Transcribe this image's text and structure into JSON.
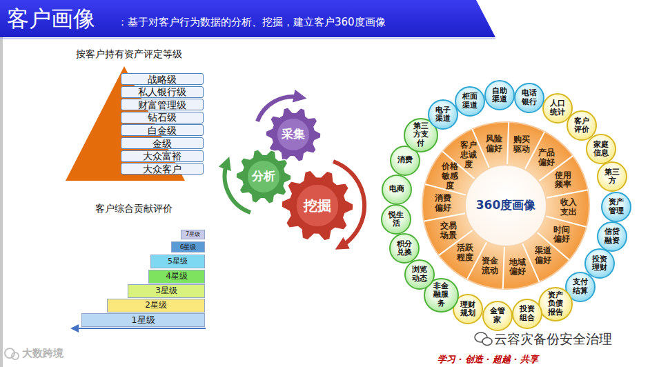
{
  "diagram": {
    "title": "客户画像",
    "nodes": [
      {
        "text": [
          "战略级"
        ]
      },
      {
        "text": [
          "私人银行级"
        ]
      },
      {
        "text": [
          "财富管理级"
        ]
      },
      {
        "text": [
          "钻石级"
        ]
      },
      {
        "text": [
          "白金级"
        ]
      },
      {
        "text": [
          "金级"
        ]
      },
      {
        "text": [
          "大众富裕"
        ]
      },
      {
        "text": [
          "大众客户"
        ]
      },
      {
        "text": [
          "7星级"
        ]
      },
      {
        "text": [
          "6星级"
        ]
      },
      {
        "text": [
          "5星级"
        ]
      },
      {
        "text": [
          "4星级"
        ]
      },
      {
        "text": [
          "3星级"
        ]
      },
      {
        "text": [
          "2星级"
        ]
      },
      {
        "text": [
          "1星级"
        ]
      },
      {
        "text": [
          "采集"
        ]
      },
      {
        "text": [
          "分析"
        ]
      },
      {
        "text": [
          "挖掘"
        ]
      },
      {
        "text": [
          "360度画像"
        ]
      },
      {
        "text": [
          "购买驱动"
        ]
      },
      {
        "text": [
          "产品偏好"
        ]
      },
      {
        "text": [
          "使用频率"
        ]
      },
      {
        "text": [
          "收入支出"
        ]
      },
      {
        "text": [
          "时间偏好"
        ]
      },
      {
        "text": [
          "渠道偏好"
        ]
      },
      {
        "text": [
          "地域偏好"
        ]
      },
      {
        "text": [
          "资金流动"
        ]
      },
      {
        "text": [
          "活跃程度"
        ]
      },
      {
        "text": [
          "交易场景"
        ]
      },
      {
        "text": [
          "消费偏好"
        ]
      },
      {
        "text": [
          "价格敏感度"
        ]
      },
      {
        "text": [
          "客户忠诚度"
        ]
      },
      {
        "text": [
          "风险偏好"
        ]
      },
      {
        "text": [
          "柜面渠道"
        ]
      },
      {
        "text": [
          "自助渠道"
        ]
      },
      {
        "text": [
          "电话银行"
        ]
      },
      {
        "text": [
          "人口统计"
        ]
      },
      {
        "text": [
          "客户评价"
        ]
      },
      {
        "text": [
          "家庭信息"
        ]
      },
      {
        "text": [
          "第三方"
        ]
      },
      {
        "text": [
          "资产管理"
        ]
      },
      {
        "text": [
          "信贷融资"
        ]
      },
      {
        "text": [
          "投资理财"
        ]
      },
      {
        "text": [
          "支付结算"
        ]
      },
      {
        "text": [
          "资产负债报告"
        ]
      },
      {
        "text": [
          "投资组合"
        ]
      },
      {
        "text": [
          "金管家"
        ]
      },
      {
        "text": [
          "理财规划"
        ]
      },
      {
        "text": [
          "非金融服务"
        ]
      },
      {
        "text": [
          "浏览动态"
        ]
      },
      {
        "text": [
          "积分兑换"
        ]
      },
      {
        "text": [
          "悦生活"
        ]
      },
      {
        "text": [
          "电商"
        ]
      },
      {
        "text": [
          "消费"
        ]
      },
      {
        "text": [
          "第三方支付"
        ]
      },
      {
        "text": [
          "电子渠道"
        ]
      }
    ],
    "labels": [
      "：基于对客户行为数据的分析、挖掘，建立客户360度画像",
      "按客户持有资产评定等级",
      "客户综合贡献评价",
      "大数跨境",
      "云容灾备份安全治理",
      "学习 · 创造 · 超越 · 共享"
    ]
  }
}
